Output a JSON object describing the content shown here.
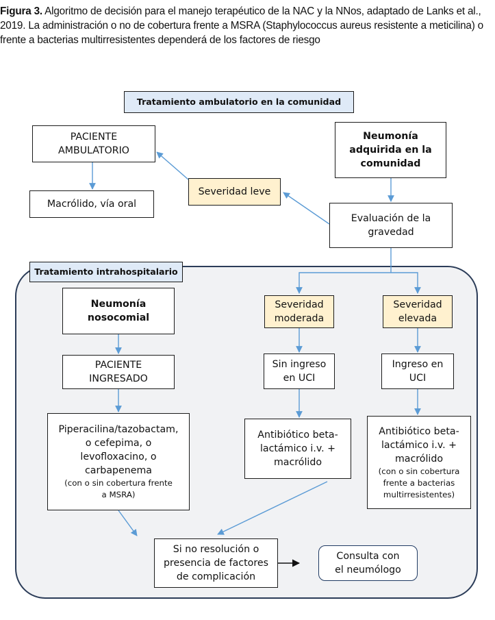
{
  "caption": {
    "label": "Figura 3.",
    "text": " Algoritmo de decisión para el manejo terapéutico de la NAC y la NNos, adaptado de Lanks et al., 2019. La administración o no de cobertura frente a MSRA (Staphylococcus aureus resistente a meticilina) o frente a bacterias multirresistentes dependerá de los factores de riesgo"
  },
  "headers": {
    "community": "Tratamiento ambulatorio en la comunidad",
    "hospital": "Tratamiento intrahospitalario"
  },
  "nodes": {
    "paciente_ambulatorio": "PACIENTE\nAMBULATORIO",
    "neumonia_comunidad": "Neumonía\nadquirida en la\ncomunidad",
    "severidad_leve": "Severidad leve",
    "macrolido_oral": "Macrólido, vía oral",
    "evaluacion_gravedad": "Evaluación de la\ngravedad",
    "neumonia_nosocomial": "Neumonía\nnosocomial",
    "severidad_moderada": "Severidad\nmoderada",
    "severidad_elevada": "Severidad\nelevada",
    "paciente_ingresado": "PACIENTE\nINGRESADO",
    "sin_ingreso_uci": "Sin ingreso\nen UCI",
    "ingreso_uci": "Ingreso en\nUCI",
    "pip_tazo": "Piperacilina/tazobactam,\no cefepima, o\nlevofloxacino, o\ncarbapenema",
    "pip_tazo_note": "(con o sin cobertura frente\na MSRA)",
    "betalactamico_moderada": "Antibiótico beta-\nlactámico i.v. +\nmacrólido",
    "betalactamico_elevada": "Antibiótico beta-\nlactámico i.v. +\nmacrólido",
    "betalactamico_elevada_note": "(con o sin cobertura\nfrente a bacterias\nmultirresistentes)",
    "no_resolucion": "Si no resolución o\npresencia de factores\nde complicación",
    "consulta_neumologo": "Consulta con\nel neumólogo"
  },
  "colors": {
    "arrow_blue": "#5b9bd5",
    "yellow_fill": "#fff1cf",
    "header_fill": "#dfeaf7",
    "region_fill": "#f1f2f4",
    "region_border": "#2b3c58"
  }
}
